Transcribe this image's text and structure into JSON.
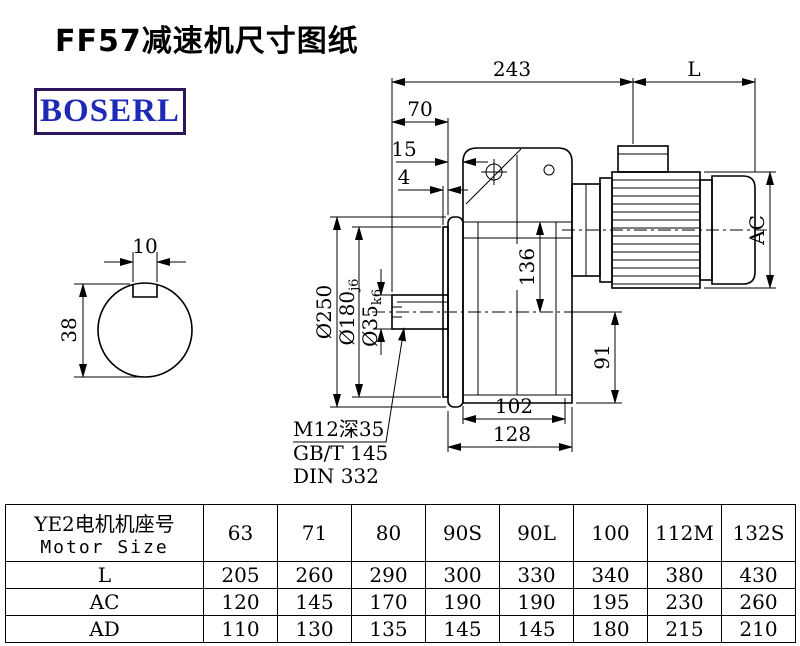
{
  "page": {
    "title": "FF57减速机尺寸图纸",
    "logo": "BOSERL"
  },
  "drawing": {
    "dimensions": {
      "total_length": "243",
      "motor_length": "L",
      "shaft_length": "70",
      "flange_thickness": "15",
      "spigot_depth": "4",
      "key_width": "10",
      "shaft_height": "38",
      "flange_od": "Ø250",
      "spigot_dia": "Ø180",
      "spigot_tol": "j6",
      "shaft_dia": "Ø35",
      "shaft_tol": "k6",
      "center_height": "136",
      "foot_height": "91",
      "foot_width": "102",
      "base_width": "128",
      "motor_od": "AC",
      "tap_hole": "M12深35",
      "standard_gbt": "GB/T 145",
      "standard_din": "DIN 332"
    }
  },
  "table": {
    "row_header_line1": "YE2电机机座号",
    "row_header_line2": "Motor Size",
    "columns": [
      "63",
      "71",
      "80",
      "90S",
      "90L",
      "100",
      "112M",
      "132S"
    ],
    "rows": [
      {
        "label": "L",
        "values": [
          "205",
          "260",
          "290",
          "300",
          "330",
          "340",
          "380",
          "430"
        ]
      },
      {
        "label": "AC",
        "values": [
          "120",
          "145",
          "170",
          "190",
          "190",
          "195",
          "230",
          "260"
        ]
      },
      {
        "label": "AD",
        "values": [
          "110",
          "130",
          "135",
          "145",
          "145",
          "180",
          "215",
          "210"
        ]
      }
    ]
  }
}
